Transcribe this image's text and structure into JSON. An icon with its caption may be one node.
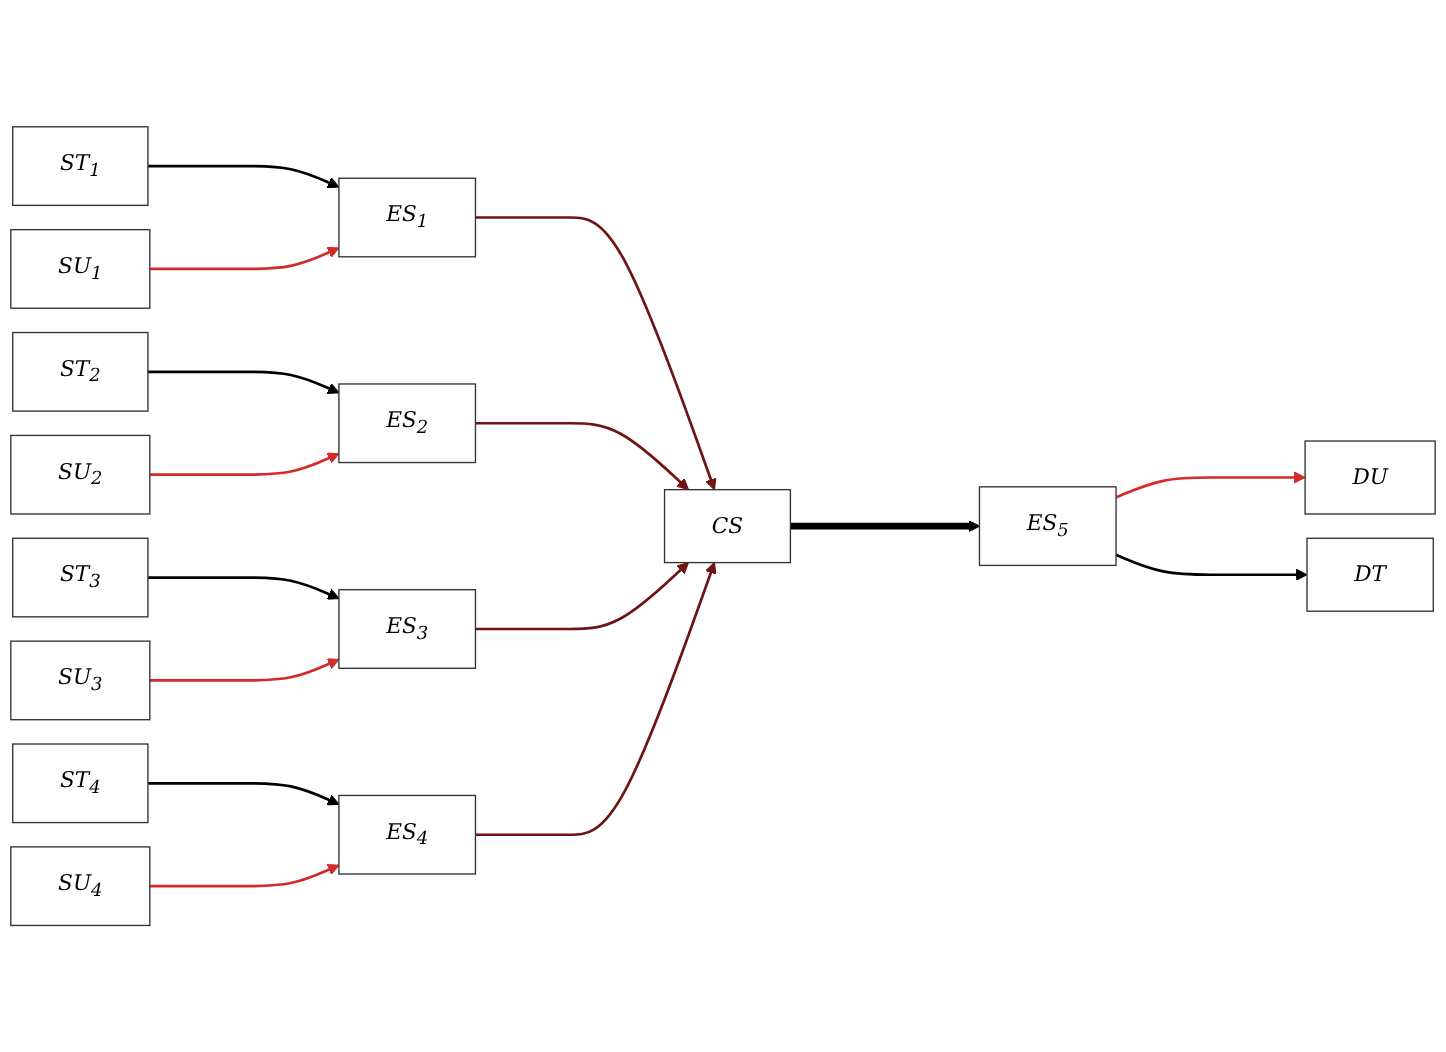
{
  "diagram": {
    "nodes": [
      {
        "text": [
          "ST$_{1}$"
        ]
      },
      {
        "text": [
          "SU$_{1}$"
        ]
      },
      {
        "text": [
          "ST$_{2}$"
        ]
      },
      {
        "text": [
          "SU$_{2}$"
        ]
      },
      {
        "text": [
          "ST$_{3}$"
        ]
      },
      {
        "text": [
          "SU$_{3}$"
        ]
      },
      {
        "text": [
          "ST$_{4}$"
        ]
      },
      {
        "text": [
          "SU$_{4}$"
        ]
      },
      {
        "text": [
          "ES$_{1}$"
        ]
      },
      {
        "text": [
          "ES$_{2}$"
        ]
      },
      {
        "text": [
          "ES$_{3}$"
        ]
      },
      {
        "text": [
          "ES$_{4}$"
        ]
      },
      {
        "text": [
          "CS"
        ]
      },
      {
        "text": [
          "ES$_{5}$"
        ]
      },
      {
        "text": [
          "DU"
        ]
      },
      {
        "text": [
          "DT"
        ]
      }
    ],
    "edges": [
      {
        "from": 0,
        "to": 8,
        "arrow": "to"
      },
      {
        "from": 1,
        "to": 8,
        "arrow": "to",
        "color": "#d42a2a"
      },
      {
        "from": 2,
        "to": 9,
        "arrow": "to"
      },
      {
        "from": 3,
        "to": 9,
        "arrow": "to",
        "color": "#d42a2a"
      },
      {
        "from": 4,
        "to": 10,
        "arrow": "to"
      },
      {
        "from": 5,
        "to": 10,
        "arrow": "to",
        "color": "#d42a2a"
      },
      {
        "from": 6,
        "to": 11,
        "arrow": "to"
      },
      {
        "from": 7,
        "to": 11,
        "arrow": "to",
        "color": "#d42a2a"
      },
      {
        "from": 8,
        "to": 12,
        "arrow": "to",
        "color": "#6e1414"
      },
      {
        "from": 9,
        "to": 12,
        "arrow": "to",
        "color": "#6e1414"
      },
      {
        "from": 10,
        "to": 12,
        "arrow": "to",
        "color": "#6e1414"
      },
      {
        "from": 11,
        "to": 12,
        "arrow": "to",
        "color": "#6e1414"
      },
      {
        "from": 12,
        "to": 13,
        "arrow": "to",
        "style": "thick"
      },
      {
        "from": 13,
        "to": 14,
        "arrow": "to",
        "color": "#d42a2a"
      },
      {
        "from": 13,
        "to": 15,
        "arrow": "to"
      }
    ]
  }
}
